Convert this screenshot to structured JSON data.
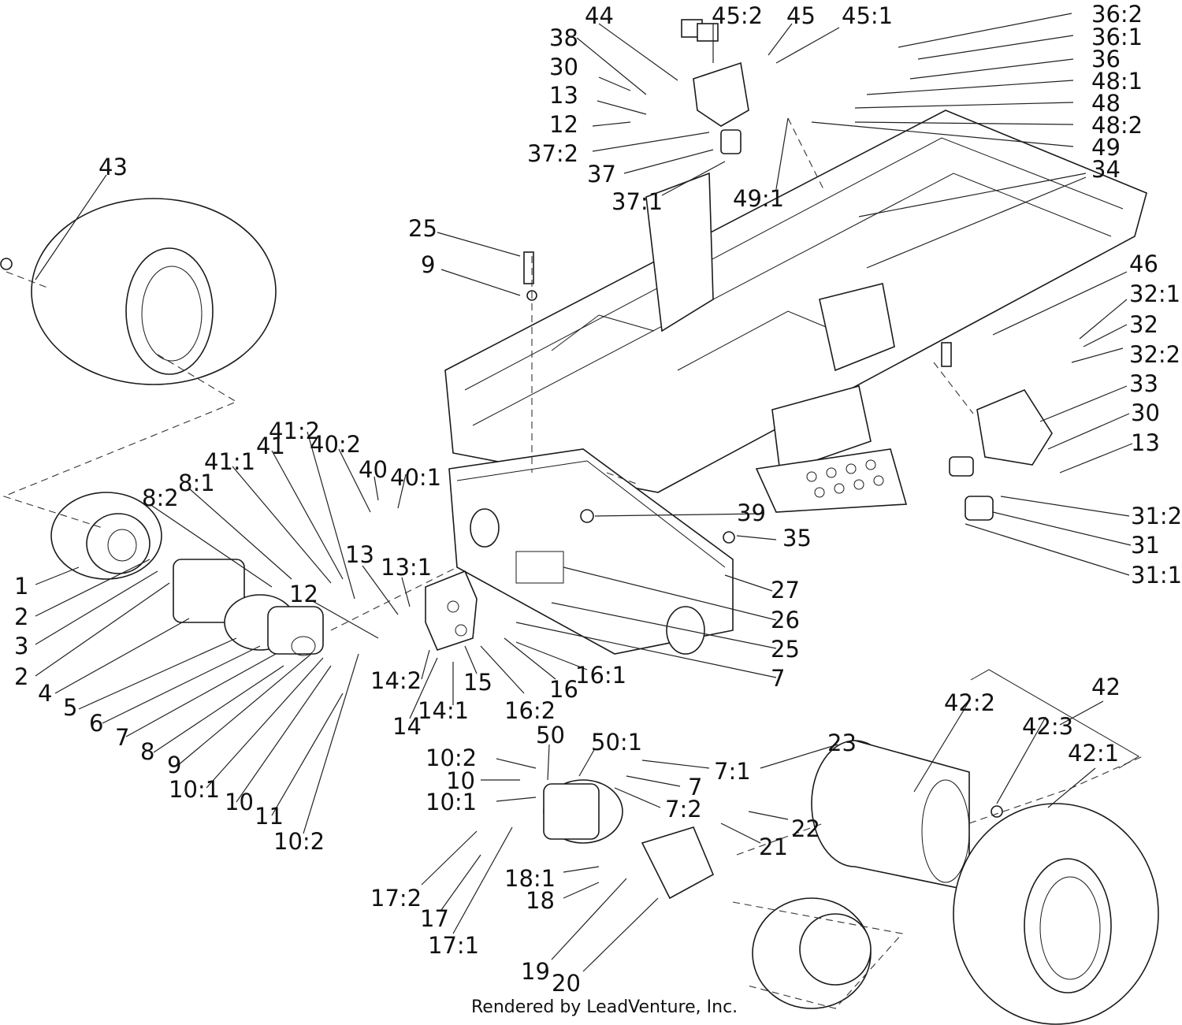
{
  "credit": "Rendered by LeadVenture, Inc.",
  "callouts": [
    "43",
    "38",
    "44",
    "45:2",
    "45",
    "45:1",
    "36:2",
    "36:1",
    "36",
    "48:1",
    "48",
    "48:2",
    "49",
    "34",
    "30",
    "13",
    "12",
    "37:2",
    "37",
    "37:1",
    "49:1",
    "25",
    "9",
    "46",
    "32:1",
    "32",
    "32:2",
    "33",
    "30",
    "13",
    "31:2",
    "31",
    "31:1",
    "35",
    "39",
    "27",
    "26",
    "25",
    "7",
    "41:2",
    "40:2",
    "41:1",
    "41",
    "40",
    "40:1",
    "8:2",
    "8:1",
    "13",
    "13:1",
    "12",
    "1",
    "2",
    "3",
    "2",
    "4",
    "5",
    "6",
    "7",
    "8",
    "9",
    "10:1",
    "10",
    "11",
    "10:2",
    "14:2",
    "14",
    "14:1",
    "15",
    "16:2",
    "16",
    "16:1",
    "42",
    "42:2",
    "42:3",
    "42:1",
    "23",
    "50",
    "50:1",
    "10:2",
    "10",
    "10:1",
    "7:1",
    "7",
    "7:2",
    "22",
    "21",
    "17:2",
    "17",
    "17:1",
    "18:1",
    "18",
    "19",
    "20"
  ]
}
